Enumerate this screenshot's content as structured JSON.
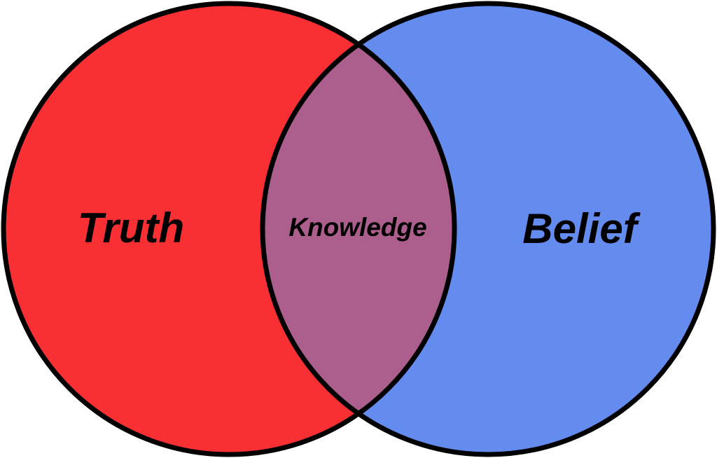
{
  "diagram": {
    "type": "venn",
    "sets": [
      {
        "id": "truth",
        "label": "Truth",
        "color": "#f93033"
      },
      {
        "id": "belief",
        "label": "Belief",
        "color": "#648cef"
      }
    ],
    "intersection": {
      "label": "Knowledge",
      "color": "#ac5e8c",
      "of": [
        "truth",
        "belief"
      ]
    },
    "outline_color": "#000000"
  }
}
